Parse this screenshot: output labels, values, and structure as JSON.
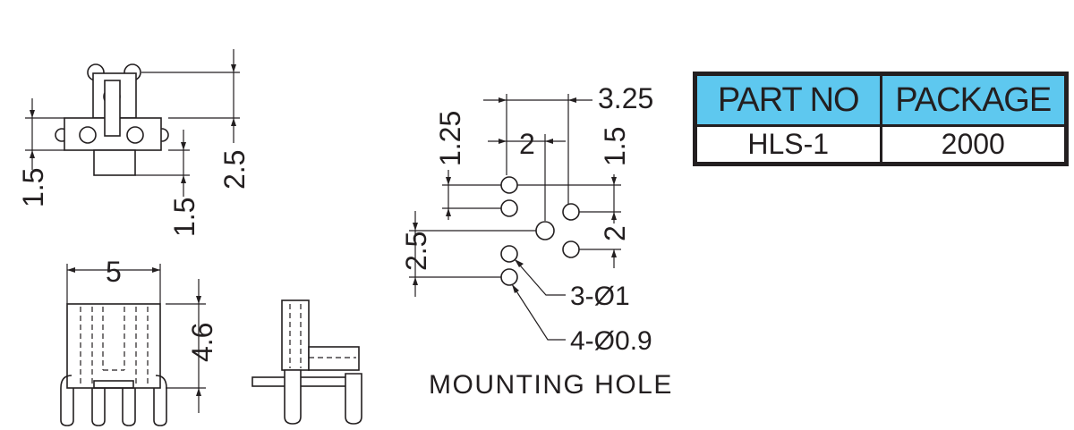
{
  "dims": {
    "top_left_1_5": "1.5",
    "top_mid_1_5": "1.5",
    "top_right_2_5": "2.5",
    "width_5": "5",
    "height_4_6": "4.6",
    "hole_3_25": "3.25",
    "hole_1_25": "1.25",
    "hole_2": "2",
    "hole_1_5": "1.5",
    "hole_2_5": "2.5",
    "hole_2b": "2",
    "callout_3d1": "3-Ø1",
    "callout_4d09": "4-Ø0.9"
  },
  "mounting_title": "MOUNTING HOLE",
  "table": {
    "headers": [
      "PART NO",
      "PACKAGE"
    ],
    "values": [
      "HLS-1",
      "2000"
    ],
    "header_color": "#5ec8ef"
  }
}
